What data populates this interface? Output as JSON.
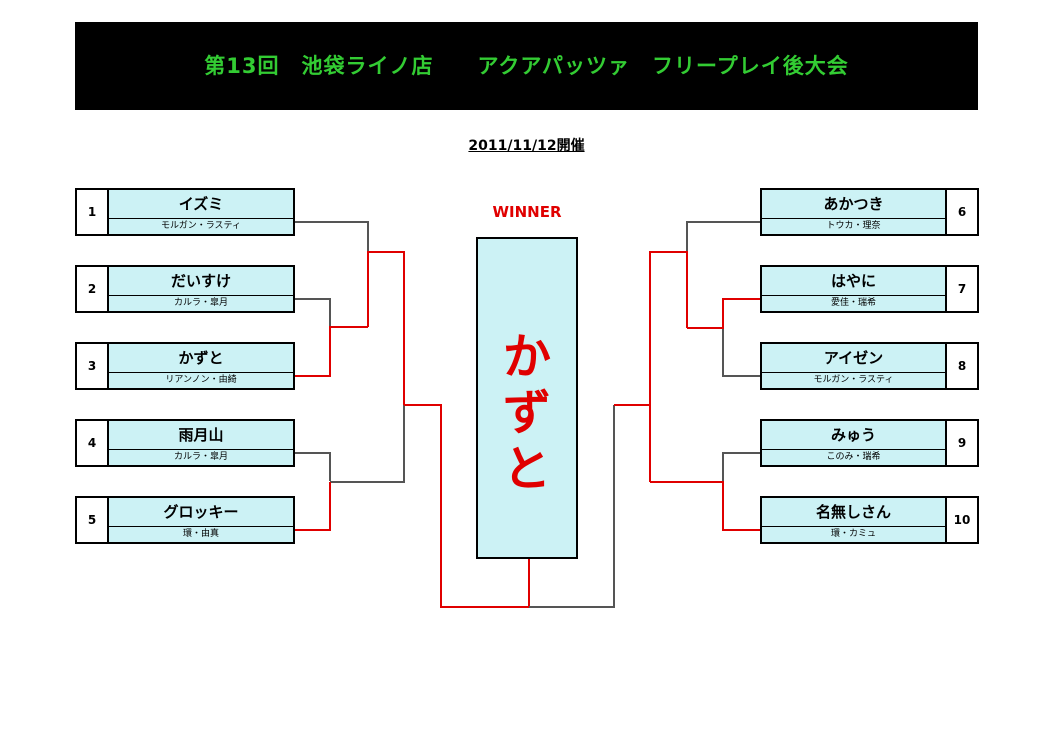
{
  "title": "第13回　池袋ライノ店　　アクアパッツァ　フリープレイ後大会",
  "date": "2011/11/12開催",
  "winner_label": "WINNER",
  "winner": [
    "か",
    "ず",
    "と"
  ],
  "colors": {
    "winner_path": "#e00000",
    "loser_path": "#555555",
    "entry_fill": "#ccf2f5",
    "title_text": "#33cc33",
    "banner": "#000000"
  },
  "left_entries": [
    {
      "num": "1",
      "name": "イズミ",
      "team": "モルガン・ラスティ"
    },
    {
      "num": "2",
      "name": "だいすけ",
      "team": "カルラ・皐月"
    },
    {
      "num": "3",
      "name": "かずと",
      "team": "リアンノン・由綺"
    },
    {
      "num": "4",
      "name": "雨月山",
      "team": "カルラ・皐月"
    },
    {
      "num": "5",
      "name": "グロッキー",
      "team": "環・由真"
    }
  ],
  "right_entries": [
    {
      "num": "6",
      "name": "あかつき",
      "team": "トウカ・理奈"
    },
    {
      "num": "7",
      "name": "はやに",
      "team": "愛佳・瑞希"
    },
    {
      "num": "8",
      "name": "アイゼン",
      "team": "モルガン・ラスティ"
    },
    {
      "num": "9",
      "name": "みゅう",
      "team": "このみ・瑞希"
    },
    {
      "num": "10",
      "name": "名無しさん",
      "team": "環・カミュ"
    }
  ]
}
